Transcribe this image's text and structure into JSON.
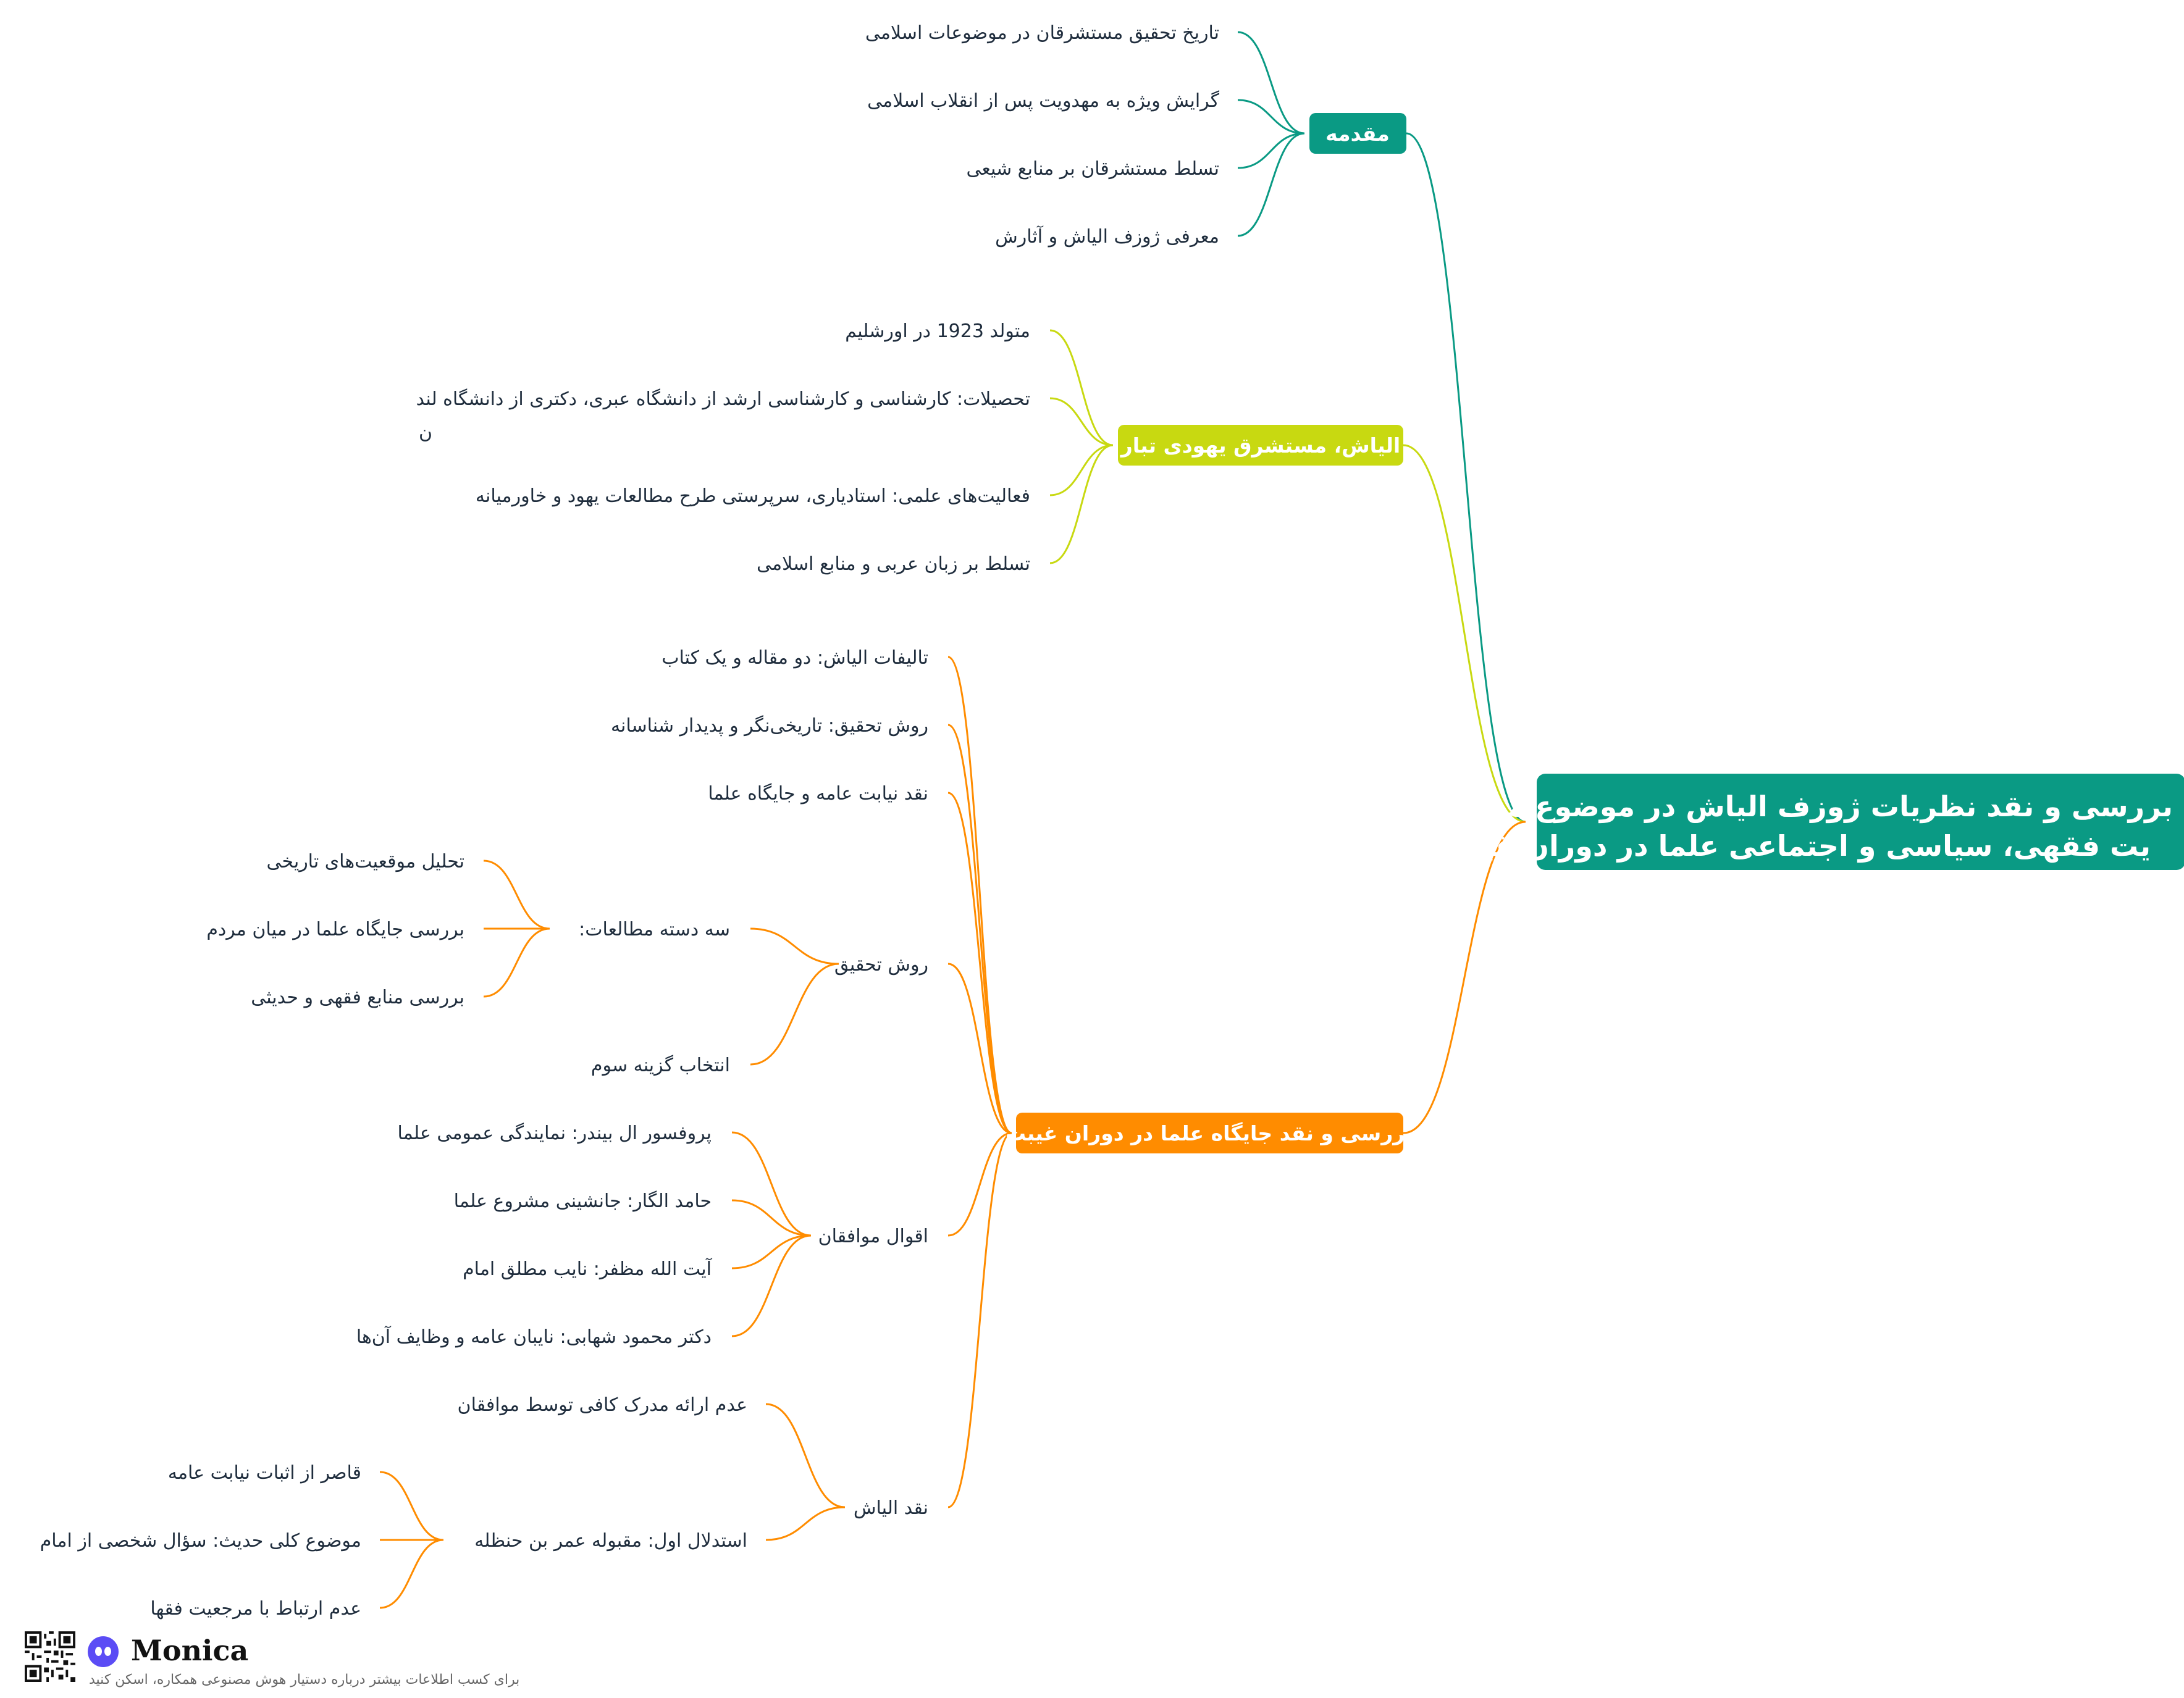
{
  "root": {
    "line1": "بررسی و نقد نظریات ژوزف الیاش در موضوع مرجع",
    "line2": "یت فقهی، سیاسی و اجتماعی علما در دوران غیبت"
  },
  "branches": [
    {
      "id": "intro",
      "label": "مقدمه",
      "color": "#0a9a84",
      "children": [
        {
          "label": "تاریخ تحقیق مستشرقان در موضوعات اسلامی"
        },
        {
          "label": "گرایش ویژه به مهدویت پس از انقلاب اسلامی"
        },
        {
          "label": "تسلط مستشرقان بر منابع شیعی"
        },
        {
          "label": "معرفی ژوزف الیاش و آثارش"
        }
      ]
    },
    {
      "id": "eliash",
      "label": "الیاش، مستشرق یهودی تبار",
      "color": "#c8d911",
      "children": [
        {
          "label": "متولد 1923 در اورشلیم"
        },
        {
          "label": "تحصیلات: کارشناسی و کارشناسی ارشد از دانشگاه عبری، دکتری از دانشگاه لند",
          "label2": "ن"
        },
        {
          "label": "فعالیت‌های علمی: استادیاری، سرپرستی طرح مطالعات یهود و خاورمیانه"
        },
        {
          "label": "تسلط بر زبان عربی و منابع اسلامی"
        }
      ]
    },
    {
      "id": "critique",
      "label": "بررسی و نقد جایگاه علما در دوران غیبت",
      "color": "#ff8c00",
      "children": [
        {
          "label": "تالیفات الیاش: دو مقاله و یک کتاب"
        },
        {
          "label": "روش تحقیق: تاریخی‌نگر و پدیدار شناسانه"
        },
        {
          "label": "نقد نیابت عامه و جایگاه علما"
        },
        {
          "label": "روش تحقیق",
          "children": [
            {
              "label": "سه دسته مطالعات:",
              "children": [
                {
                  "label": "تحلیل موقعیت‌های تاریخی"
                },
                {
                  "label": "بررسی جایگاه علما در میان مردم"
                },
                {
                  "label": "بررسی منابع فقهی و حدیثی"
                }
              ]
            },
            {
              "label": "انتخاب گزینه سوم"
            }
          ]
        },
        {
          "label": "اقوال موافقان",
          "children": [
            {
              "label": "پروفسور ال بیندر: نمایندگی عمومی علما"
            },
            {
              "label": "حامد الگار: جانشینی مشروع علما"
            },
            {
              "label": "آیت الله مظفر: نایب مطلق امام"
            },
            {
              "label": "دکتر محمود شهابی: نایبان عامه و وظایف آن‌ها"
            }
          ]
        },
        {
          "label": "نقد الیاش",
          "children": [
            {
              "label": "عدم ارائه مدرک کافی توسط موافقان"
            },
            {
              "label": "استدلال اول: مقبوله عمر بن حنظله",
              "children": [
                {
                  "label": "قاصر از اثبات نیابت عامه"
                },
                {
                  "label": "موضوع کلی حدیث: سؤال شخصی از امام"
                },
                {
                  "label": "عدم ارتباط با مرجعیت فقها"
                }
              ]
            }
          ]
        }
      ]
    }
  ],
  "footer": {
    "brand": "Monica",
    "caption": "برای کسب اطلاعات بیشتر درباره دستیار هوش مصنوعی همکاره، اسکن کنید",
    "logo_icon": "monica-logo-icon",
    "qr_icon": "qr-code-icon"
  }
}
